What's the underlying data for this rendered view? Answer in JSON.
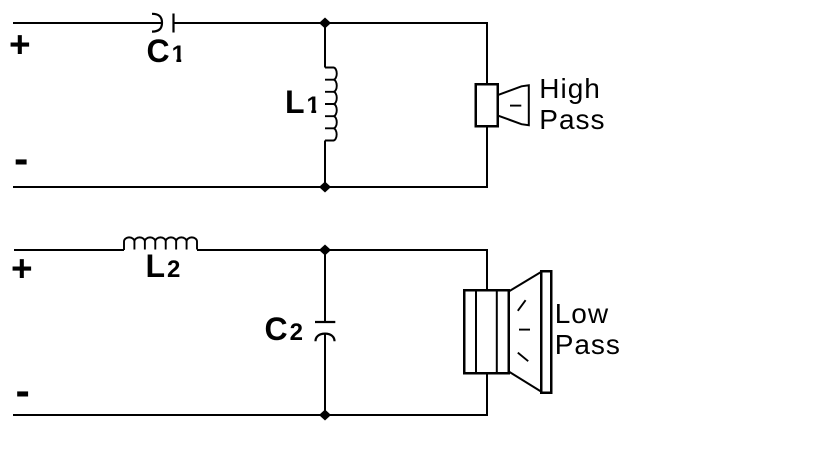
{
  "colors": {
    "ink": "#000000",
    "background": "#ffffff"
  },
  "circuits": {
    "high_pass": {
      "plus": "+",
      "minus": "-",
      "series_label": {
        "main": "C",
        "sub": "1"
      },
      "shunt_label": {
        "main": "L",
        "sub": "1"
      },
      "speaker_label": {
        "line1": "High",
        "line2": "Pass"
      }
    },
    "low_pass": {
      "plus": "+",
      "minus": "-",
      "series_label": {
        "main": "L",
        "sub": "2"
      },
      "shunt_label": {
        "main": "C",
        "sub": "2"
      },
      "speaker_label": {
        "line1": "Low",
        "line2": "Pass"
      }
    }
  }
}
